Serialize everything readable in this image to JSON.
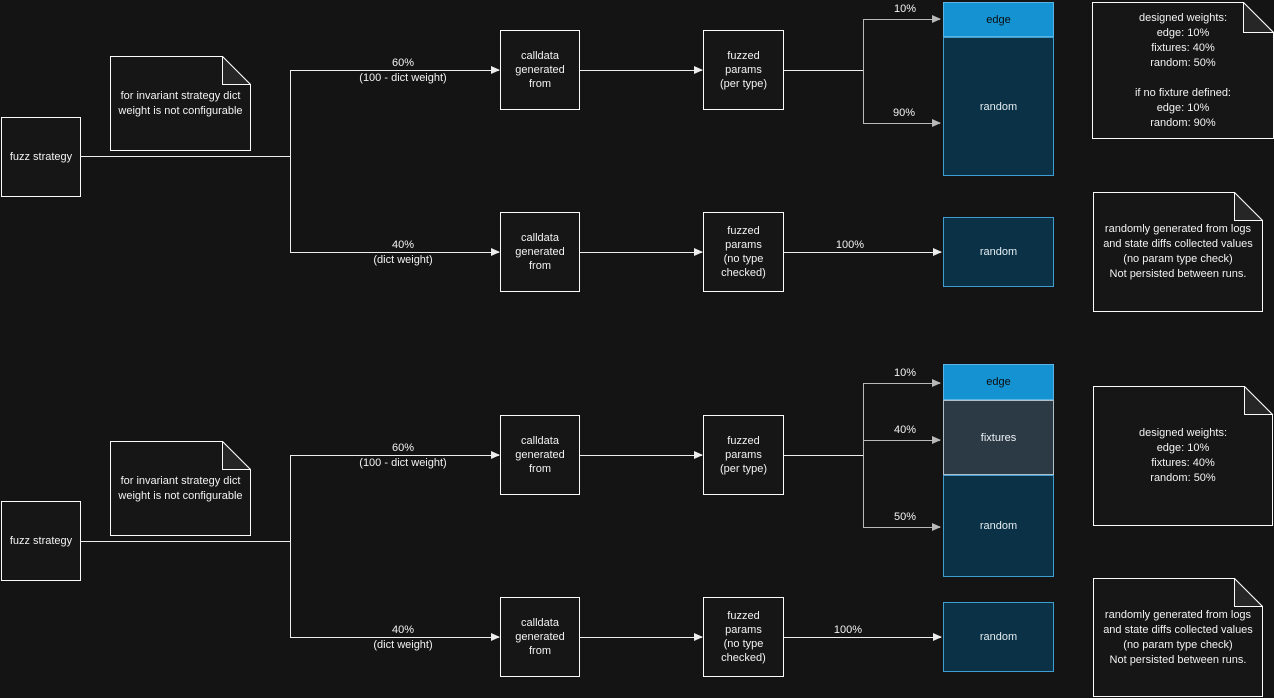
{
  "colors": {
    "background": "#141414",
    "node_stroke": "#ffffff",
    "edge_fill": "#1492d2",
    "fixtures_fill": "#2c3a46",
    "random_fill": "#0a3145"
  },
  "top_flow": {
    "source": "fuzz strategy",
    "invariant_note": "for invariant strategy dict\nweight is not configurable",
    "typed_branch": {
      "weight": "60%",
      "weight_detail": "(100 - dict weight)",
      "calldata": "calldata\ngenerated\nfrom",
      "params": "fuzzed\nparams\n(per type)",
      "outcomes": [
        {
          "weight": "10%",
          "label": "edge"
        },
        {
          "weight": "90%",
          "label": "random"
        }
      ]
    },
    "dict_branch": {
      "weight": "40%",
      "weight_detail": "(dict weight)",
      "calldata": "calldata\ngenerated\nfrom",
      "params": "fuzzed\nparams\n(no type\nchecked)",
      "outcome_weight": "100%",
      "outcome": "random"
    },
    "weights_note": "designed weights:\nedge: 10%\nfixtures: 40%\nrandom: 50%\n\nif no fixture defined:\nedge: 10%\nrandom: 90%",
    "random_note": "randomly generated from logs\nand state diffs collected values\n(no param type check)\nNot persisted between runs."
  },
  "bottom_flow": {
    "source": "fuzz strategy",
    "invariant_note": "for invariant strategy dict\nweight is not configurable",
    "typed_branch": {
      "weight": "60%",
      "weight_detail": "(100 - dict weight)",
      "calldata": "calldata\ngenerated\nfrom",
      "params": "fuzzed\nparams\n(per type)",
      "outcomes": [
        {
          "weight": "10%",
          "label": "edge"
        },
        {
          "weight": "40%",
          "label": "fixtures"
        },
        {
          "weight": "50%",
          "label": "random"
        }
      ]
    },
    "dict_branch": {
      "weight": "40%",
      "weight_detail": "(dict weight)",
      "calldata": "calldata\ngenerated\nfrom",
      "params": "fuzzed\nparams\n(no type\nchecked)",
      "outcome_weight": "100%",
      "outcome": "random"
    },
    "weights_note": "designed weights:\nedge: 10%\nfixtures: 40%\nrandom: 50%",
    "random_note": "randomly generated from logs\nand state diffs collected values\n(no param type check)\nNot persisted between runs."
  }
}
